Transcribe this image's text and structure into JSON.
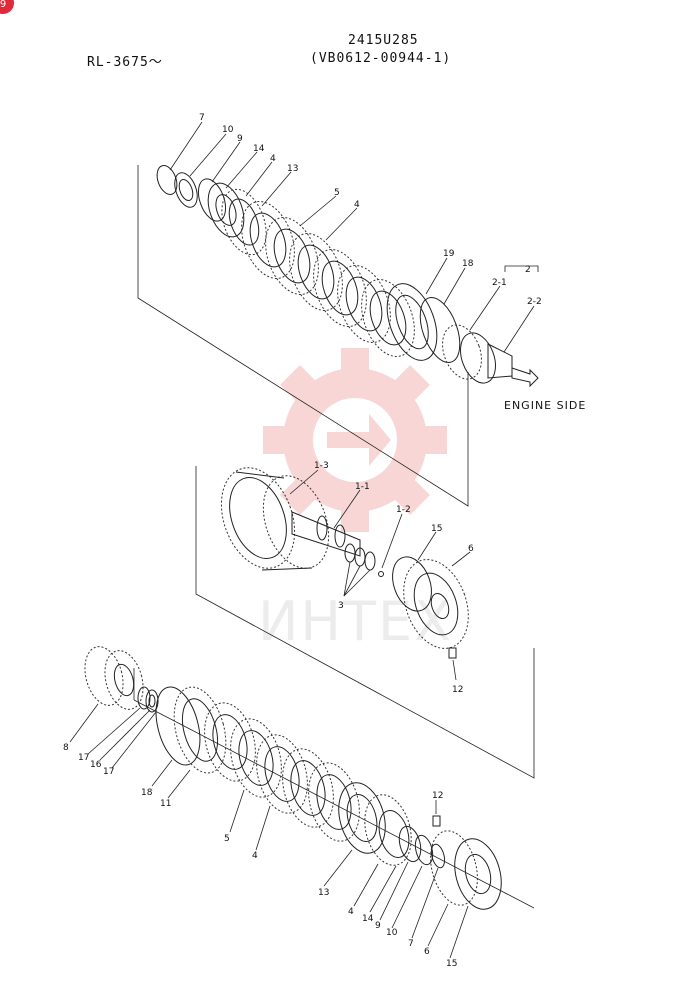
{
  "header": {
    "model_range": "RL-3675〜",
    "drawing_number": "2415U285",
    "drawing_ref": "(VB0612-00944-1)"
  },
  "watermark": {
    "text": "ИНТЕХ",
    "logo_color": "#f6c9c9"
  },
  "corner_badge": "9",
  "callouts": {
    "top": [
      "7",
      "10",
      "9",
      "14",
      "4",
      "13",
      "5",
      "4",
      "19",
      "18",
      "2",
      "2-1",
      "2-2"
    ],
    "engine_side": "ENGINE SIDE",
    "middle": [
      "1-3",
      "1-1",
      "1-2",
      "15",
      "6",
      "3",
      "12"
    ],
    "bottom": [
      "8",
      "17",
      "16",
      "17",
      "18",
      "11",
      "5",
      "4",
      "13",
      "4",
      "14",
      "9",
      "10",
      "7",
      "6",
      "15",
      "12"
    ]
  }
}
